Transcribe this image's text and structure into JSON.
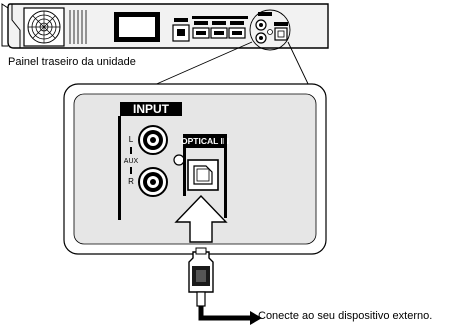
{
  "captions": {
    "rear_panel": "Painel traseiro da unidade",
    "connect": "Conecte ao seu dispositivo externo."
  },
  "panel": {
    "input_header": "INPUT",
    "optical_label": "OPTICAL IN",
    "jack_left": "L",
    "jack_aux": "AUX",
    "jack_right": "R"
  },
  "colors": {
    "ink": "#000000",
    "panel_fill": "#f2f2f2",
    "zoom_fill": "#e6e6e6",
    "optical_fill": "#1a1a1a"
  }
}
